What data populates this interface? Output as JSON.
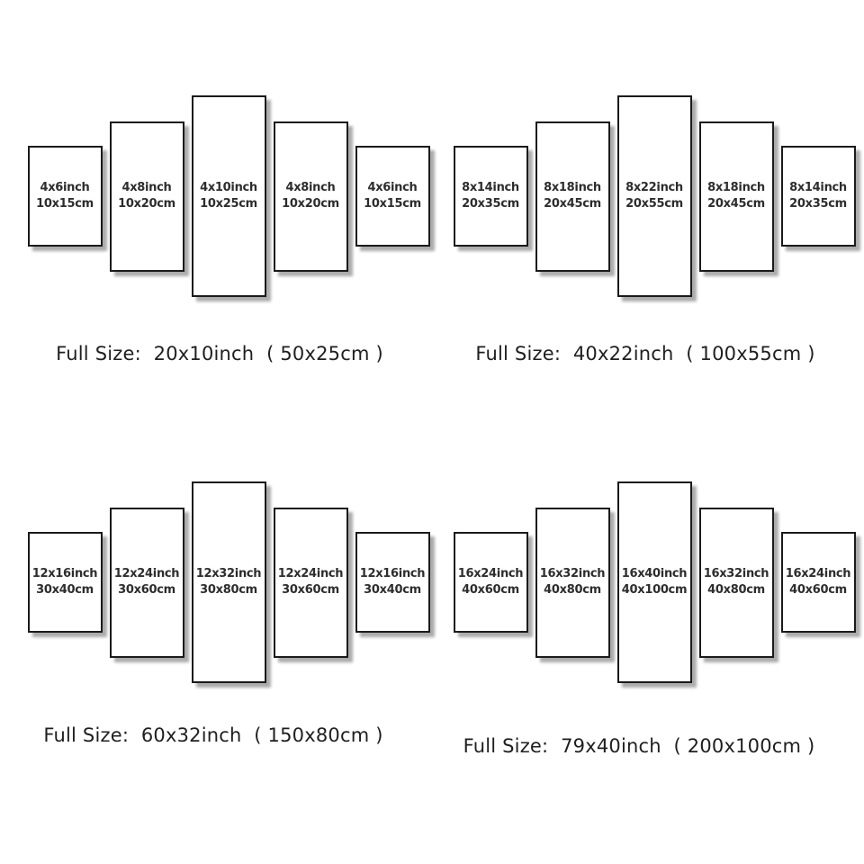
{
  "colors": {
    "background": "#ffffff",
    "panel_border": "#1a1a1a",
    "panel_fill": "#ffffff",
    "shadow": "#a8a8a8",
    "text": "#2d2d2d"
  },
  "quadrants": [
    {
      "position": "top-left",
      "full_size_label": "Full Size:  20x10inch  ( 50x25cm )",
      "panels": [
        {
          "line1": "4x6inch",
          "line2": "10x15cm"
        },
        {
          "line1": "4x8inch",
          "line2": "10x20cm"
        },
        {
          "line1": "4x10inch",
          "line2": "10x25cm"
        },
        {
          "line1": "4x8inch",
          "line2": "10x20cm"
        },
        {
          "line1": "4x6inch",
          "line2": "10x15cm"
        }
      ]
    },
    {
      "position": "top-right",
      "full_size_label": "Full Size:  40x22inch  ( 100x55cm )",
      "panels": [
        {
          "line1": "8x14inch",
          "line2": "20x35cm"
        },
        {
          "line1": "8x18inch",
          "line2": "20x45cm"
        },
        {
          "line1": "8x22inch",
          "line2": "20x55cm"
        },
        {
          "line1": "8x18inch",
          "line2": "20x45cm"
        },
        {
          "line1": "8x14inch",
          "line2": "20x35cm"
        }
      ]
    },
    {
      "position": "bottom-left",
      "full_size_label": "Full Size:  60x32inch  ( 150x80cm )",
      "panels": [
        {
          "line1": "12x16inch",
          "line2": "30x40cm"
        },
        {
          "line1": "12x24inch",
          "line2": "30x60cm"
        },
        {
          "line1": "12x32inch",
          "line2": "30x80cm"
        },
        {
          "line1": "12x24inch",
          "line2": "30x60cm"
        },
        {
          "line1": "12x16inch",
          "line2": "30x40cm"
        }
      ]
    },
    {
      "position": "bottom-right",
      "full_size_label": "Full Size:  79x40inch  ( 200x100cm )",
      "panels": [
        {
          "line1": "16x24inch",
          "line2": "40x60cm"
        },
        {
          "line1": "16x32inch",
          "line2": "40x80cm"
        },
        {
          "line1": "16x40inch",
          "line2": "40x100cm"
        },
        {
          "line1": "16x32inch",
          "line2": "40x80cm"
        },
        {
          "line1": "16x24inch",
          "line2": "40x60cm"
        }
      ]
    }
  ]
}
